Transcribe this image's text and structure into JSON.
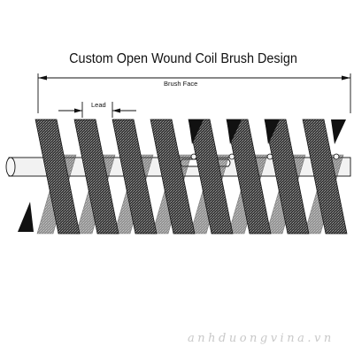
{
  "diagram": {
    "title": "Custom Open Wound Coil Brush Design",
    "brush_face_label": "Brush Face",
    "lead_label": "Lead"
  },
  "watermark": "anhduongvina.vn",
  "colors": {
    "bristle_fill": "#3a3a3a",
    "bristle_texture": "#8a8a8a",
    "shaft_fill": "#f2f2f2",
    "outline": "#111111",
    "watermark": "#c8c8c8"
  }
}
